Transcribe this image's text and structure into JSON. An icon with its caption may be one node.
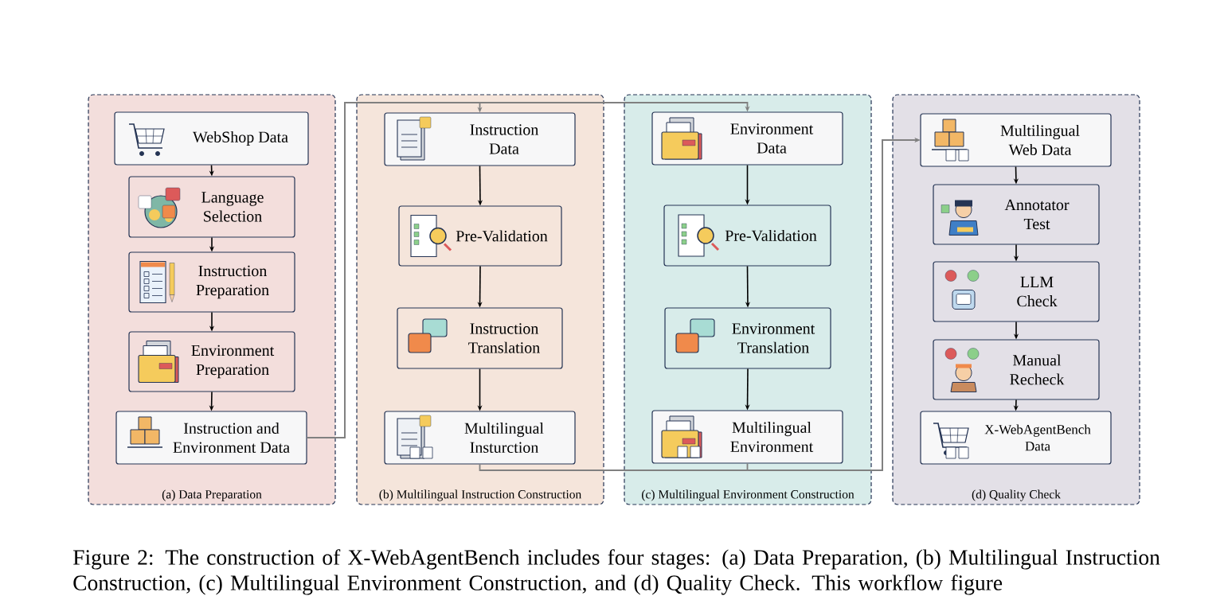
{
  "diagram": {
    "caption": "Figure 2: The construction of X-WebAgentBench includes four stages: (a) Data Preparation, (b) Multilingual Instruction Construction, (c) Multilingual Environment Construction, and (d) Quality Check. This workflow figure",
    "nodes": [
      {
        "text": [
          "(a) Data Preparation"
        ]
      },
      {
        "text": [
          "WebShop Data"
        ],
        "in": 0
      },
      {
        "text": [
          "Language Selection"
        ],
        "in": 0
      },
      {
        "text": [
          "Instruction Preparation"
        ],
        "in": 0
      },
      {
        "text": [
          "Environment Preparation"
        ],
        "in": 0
      },
      {
        "text": [
          "Instruction and Environment Data"
        ],
        "in": 0
      },
      {
        "text": [
          "(b) Multilingual Instruction Construction"
        ]
      },
      {
        "text": [
          "Instruction Data"
        ],
        "in": 6
      },
      {
        "text": [
          "Pre-Validation"
        ],
        "in": 6
      },
      {
        "text": [
          "Instruction Translation"
        ],
        "in": 6
      },
      {
        "text": [
          "Multilingual Insturction"
        ],
        "in": 6
      },
      {
        "text": [
          "(c) Multilingual Environment Construction"
        ]
      },
      {
        "text": [
          "Environment Data"
        ],
        "in": 11
      },
      {
        "text": [
          "Pre-Validation"
        ],
        "in": 11
      },
      {
        "text": [
          "Environment Translation"
        ],
        "in": 11
      },
      {
        "text": [
          "Multilingual Environment"
        ],
        "in": 11
      },
      {
        "text": [
          "(d) Quality Check"
        ]
      },
      {
        "text": [
          "Multilingual Web Data"
        ],
        "in": 16
      },
      {
        "text": [
          "Annotator Test"
        ],
        "in": 16
      },
      {
        "text": [
          "LLM Check"
        ],
        "in": 16
      },
      {
        "text": [
          "Manual Recheck"
        ],
        "in": 16
      },
      {
        "text": [
          "X-WebAgentBench Data"
        ],
        "in": 16
      }
    ],
    "edges": [
      {
        "from": 1,
        "to": 2,
        "arrow": "to"
      },
      {
        "from": 2,
        "to": 3,
        "arrow": "to"
      },
      {
        "from": 3,
        "to": 4,
        "arrow": "to"
      },
      {
        "from": 4,
        "to": 5,
        "arrow": "to"
      },
      {
        "from": 5,
        "to": 7,
        "arrow": "to",
        "color": "#808080"
      },
      {
        "from": 5,
        "to": 12,
        "arrow": "to",
        "color": "#808080"
      },
      {
        "from": 7,
        "to": 8,
        "arrow": "to"
      },
      {
        "from": 8,
        "to": 9,
        "arrow": "to"
      },
      {
        "from": 9,
        "to": 10,
        "arrow": "to"
      },
      {
        "from": 12,
        "to": 13,
        "arrow": "to"
      },
      {
        "from": 13,
        "to": 14,
        "arrow": "to"
      },
      {
        "from": 14,
        "to": 15,
        "arrow": "to"
      },
      {
        "from": 10,
        "to": 17,
        "arrow": "to",
        "color": "#808080"
      },
      {
        "from": 15,
        "to": 17,
        "arrow": "to",
        "color": "#808080"
      },
      {
        "from": 17,
        "to": 18,
        "arrow": "to"
      },
      {
        "from": 18,
        "to": 19,
        "arrow": "to"
      },
      {
        "from": 19,
        "to": 20,
        "arrow": "to"
      },
      {
        "from": 20,
        "to": 21,
        "arrow": "to"
      }
    ]
  }
}
